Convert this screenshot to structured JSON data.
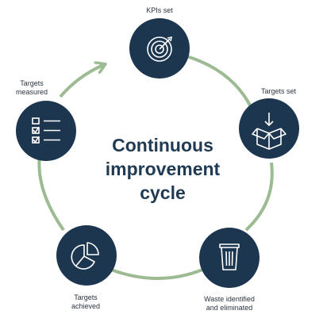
{
  "title": {
    "line1": "Continuous",
    "line2": "improvement",
    "line3": "cycle"
  },
  "nodes": [
    {
      "label_lines": [
        "KPIs set"
      ],
      "icon": "target-icon"
    },
    {
      "label_lines": [
        "Targets set"
      ],
      "icon": "box-down-arrow-icon"
    },
    {
      "label_lines": [
        "Waste identified",
        "and eliminated"
      ],
      "icon": "trash-can-icon"
    },
    {
      "label_lines": [
        "Targets",
        "achieved"
      ],
      "icon": "pie-chart-icon"
    },
    {
      "label_lines": [
        "Targets",
        "measured"
      ],
      "icon": "checklist-icon"
    }
  ],
  "colors": {
    "node_fill": "#1d3650",
    "ring": "#9cbb92",
    "icon": "#ffffff",
    "title": "#1f3a52"
  }
}
